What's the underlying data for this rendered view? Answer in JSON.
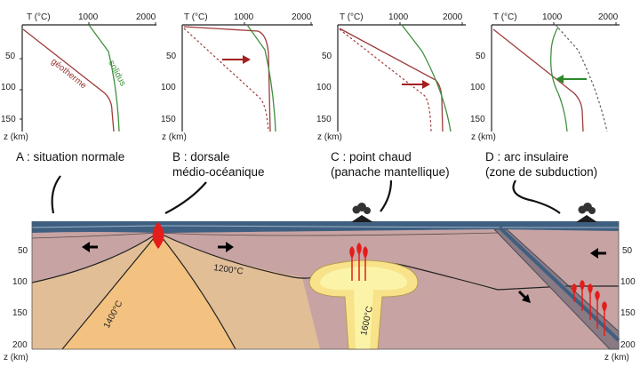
{
  "axis": {
    "temp_label": "T (°C)",
    "depth_label": "z (km)",
    "temp_ticks": [
      "1000",
      "2000"
    ],
    "depth_ticks": [
      "50",
      "100",
      "150"
    ],
    "section_depth_ticks": [
      "50",
      "100",
      "150",
      "200"
    ]
  },
  "panel_a": {
    "geotherm_label": "géotherme",
    "solidus_label": "solidus"
  },
  "captions": {
    "a": "A : situation normale",
    "b_line1": "B : dorsale",
    "b_line2": "médio-océanique",
    "c_line1": "C : point chaud",
    "c_line2": "(panache mantellique)",
    "d_line1": "D : arc insulaire",
    "d_line2": "(zone de subduction)"
  },
  "isotherms": {
    "t1200": "1200°C",
    "t1400": "1400°C",
    "t1600": "1600°C"
  },
  "colors": {
    "geotherm": "#a03a3a",
    "solidus": "#3f8f3f",
    "arrow_red": "#a32020",
    "arrow_green": "#2a8a2a",
    "mantle": "#c7a3a3",
    "hot_mantle": "#f3d090",
    "plume": "#f8f090",
    "ocean": "#3e5f80",
    "magma": "#e51c1c"
  }
}
